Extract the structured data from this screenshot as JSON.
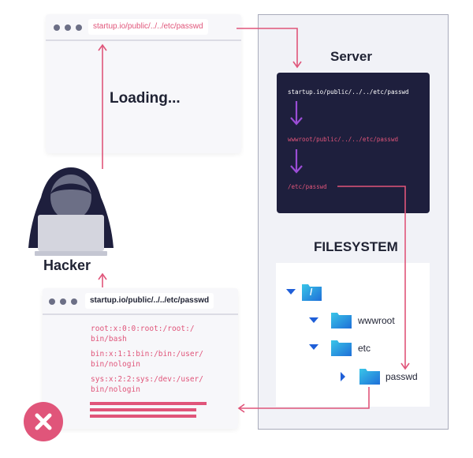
{
  "request": {
    "url_top": "startup.io/public/../../etc/passwd",
    "loading": "Loading...",
    "url_bottom": "startup.io/public/../../etc/passwd"
  },
  "response": {
    "lines": [
      "root:x:0:0:root:/root:/",
      "bin/bash",
      "bin:x:1:1:bin:/bin:/user/",
      "bin/nologin",
      "sys:x:2:2:sys:/dev:/user/",
      "bin/nologin"
    ]
  },
  "hacker": {
    "label": "Hacker"
  },
  "server": {
    "title": "Server",
    "steps": [
      "startup.io/public/../../etc/passwd",
      "wwwroot/public/../../etc/passwd",
      "/etc/passwd"
    ]
  },
  "filesystem": {
    "title": "FILESYSTEM",
    "items": [
      {
        "name": "/"
      },
      {
        "name": "wwwroot"
      },
      {
        "name": "etc"
      },
      {
        "name": "passwd"
      }
    ]
  },
  "colors": {
    "accent": "#e0557a",
    "dark": "#1e1f3d",
    "purple": "#9b4dd6",
    "blue": "#1f5fd8"
  }
}
